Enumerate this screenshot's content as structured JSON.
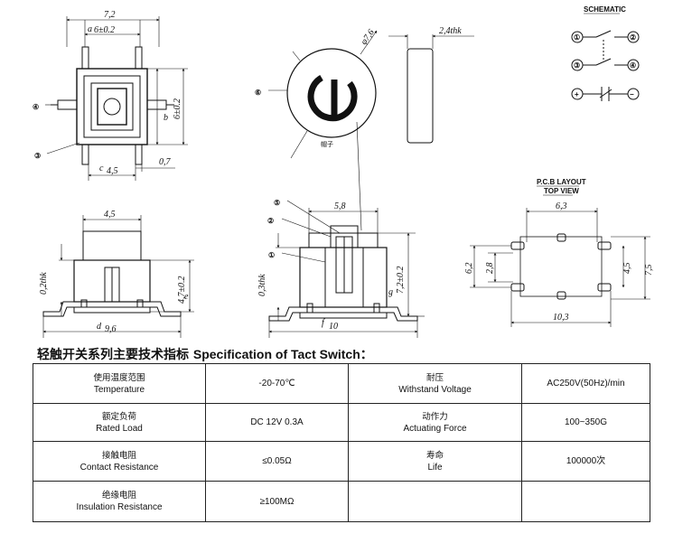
{
  "drawing": {
    "top_view": {
      "width": "7,2",
      "a": "a",
      "a_dim": "6±0.2",
      "b": "b",
      "b_dim": "6±0.2",
      "c": "c",
      "c_dim": "4,5",
      "pin_dim": "0,7",
      "callout_4": "④",
      "callout_3": "③"
    },
    "cap_view": {
      "diameter": "φ7,6",
      "callout_6": "⑥",
      "cap_label": "帽子",
      "thickness": "2,4thk"
    },
    "schematic": {
      "title": "SCHEMATIC",
      "pins": [
        "①",
        "②",
        "③",
        "④",
        "+",
        "−"
      ]
    },
    "front_view": {
      "top_width": "4,5",
      "plate_thk": "0,2thk",
      "e": "e",
      "e_dim": "4,7±0.2",
      "d": "d",
      "d_dim": "9,6"
    },
    "section_view": {
      "callout_5": "⑤",
      "callout_2": "②",
      "callout_1": "①",
      "top_width": "5,8",
      "plate_thk": "0,3thk",
      "g": "g",
      "g_dim": "7,2±0.2",
      "f": "f",
      "f_dim": "10"
    },
    "pcb": {
      "title": "P.C.B LAYOUT",
      "subtitle": "TOP VIEW",
      "dim_top": "6,3",
      "dim_left_outer": "6,2",
      "dim_left_inner": "2,8",
      "dim_right_inner": "4,5",
      "dim_right_outer": "7,5",
      "dim_bottom": "10,3"
    }
  },
  "spec": {
    "title_cn": "轻触开关系列主要技术指标",
    "title_en": "Specification of Tact Switch",
    "title_colon": "：",
    "rows": [
      {
        "label1_cn": "使用温度范围",
        "label1_en": "Temperature",
        "value1": "-20-70℃",
        "label2_cn": "耐压",
        "label2_en": "Withstand Voltage",
        "value2": "AC250V(50Hz)/min"
      },
      {
        "label1_cn": "额定负荷",
        "label1_en": "Rated Load",
        "value1": "DC 12V 0.3A",
        "label2_cn": "动作力",
        "label2_en": "Actuating Force",
        "value2": "100~350G"
      },
      {
        "label1_cn": "接触电阻",
        "label1_en": "Contact Resistance",
        "value1": "≤0.05Ω",
        "label2_cn": "寿命",
        "label2_en": "Life",
        "value2": "100000次"
      },
      {
        "label1_cn": "绝缘电阻",
        "label1_en": "Insulation Resistance",
        "value1": "≥100MΩ",
        "label2_cn": "",
        "label2_en": "",
        "value2": ""
      }
    ]
  }
}
